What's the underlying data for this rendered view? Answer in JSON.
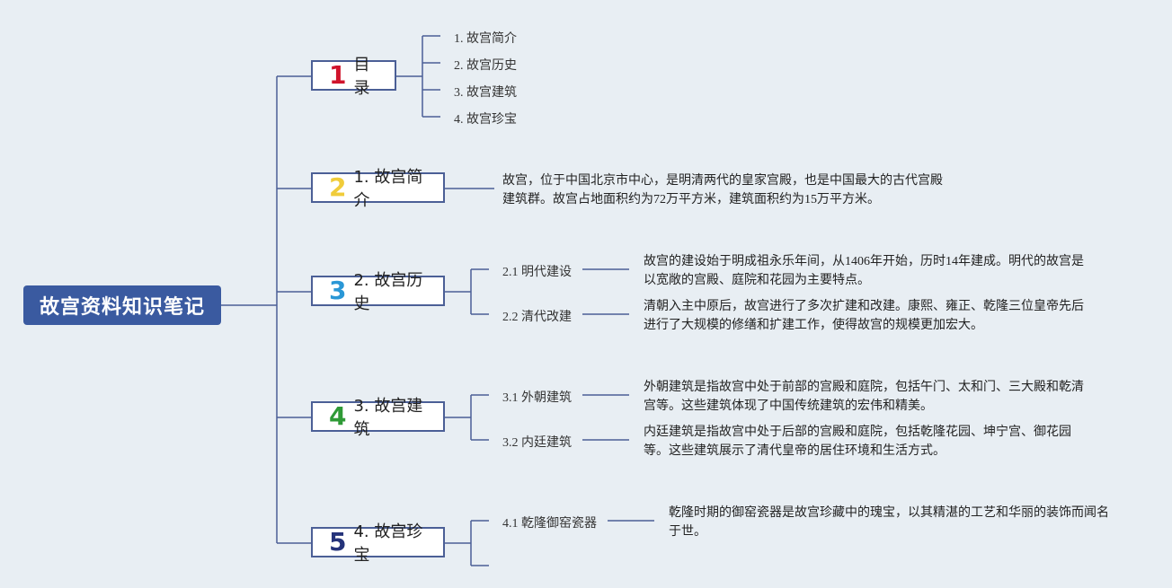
{
  "root": {
    "title": "故宫资料知识笔记"
  },
  "branches": [
    {
      "num": "1",
      "label": "目录",
      "color": "#d0142c"
    },
    {
      "num": "2",
      "label": "1. 故宫简介",
      "color": "#f0cc3a"
    },
    {
      "num": "3",
      "label": "2. 故宫历史",
      "color": "#2a97d6"
    },
    {
      "num": "4",
      "label": "3. 故宫建筑",
      "color": "#2e9a36"
    },
    {
      "num": "5",
      "label": "4. 故宫珍宝",
      "color": "#25337a"
    }
  ],
  "toc": [
    "1. 故宫简介",
    "2. 故宫历史",
    "3. 故宫建筑",
    "4. 故宫珍宝"
  ],
  "intro": {
    "lines": [
      "故宫，位于中国北京市中心，是明清两代的皇家宫殿，也是中国最大的古代宫殿",
      "建筑群。故宫占地面积约为72万平方米，建筑面积约为15万平方米。"
    ]
  },
  "history": [
    {
      "label": "2.1 明代建设",
      "lines": [
        "故宫的建设始于明成祖永乐年间，从1406年开始，历时14年建成。明代的故宫是",
        "以宽敞的宫殿、庭院和花园为主要特点。"
      ]
    },
    {
      "label": "2.2 清代改建",
      "lines": [
        "清朝入主中原后，故宫进行了多次扩建和改建。康熙、雍正、乾隆三位皇帝先后",
        "进行了大规模的修缮和扩建工作，使得故宫的规模更加宏大。"
      ]
    }
  ],
  "architecture": [
    {
      "label": "3.1 外朝建筑",
      "lines": [
        "外朝建筑是指故宫中处于前部的宫殿和庭院，包括午门、太和门、三大殿和乾清",
        "宫等。这些建筑体现了中国传统建筑的宏伟和精美。"
      ]
    },
    {
      "label": "3.2 内廷建筑",
      "lines": [
        "内廷建筑是指故宫中处于后部的宫殿和庭院，包括乾隆花园、坤宁宫、御花园",
        "等。这些建筑展示了清代皇帝的居住环境和生活方式。"
      ]
    }
  ],
  "treasures": [
    {
      "label": "4.1 乾隆御窑瓷器",
      "lines": [
        "乾隆时期的御窑瓷器是故宫珍藏中的瑰宝，以其精湛的工艺和华丽的装饰而闻名",
        "于世。"
      ]
    }
  ]
}
